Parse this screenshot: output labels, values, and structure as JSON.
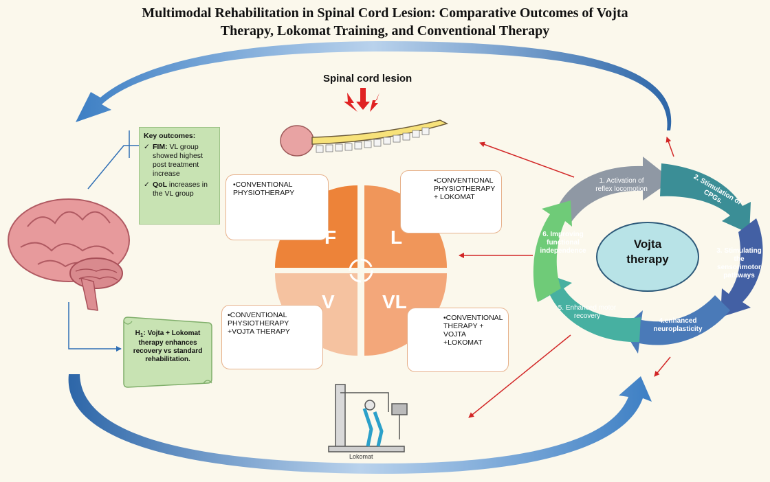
{
  "title": {
    "line1": "Multimodal Rehabilitation in Spinal Cord Lesion: Comparative Outcomes of Vojta",
    "line2": "Therapy, Lokomat Training, and Conventional Therapy"
  },
  "spinal": {
    "label": "Spinal cord lesion"
  },
  "lokomat": {
    "label": "Lokomat"
  },
  "key": {
    "heading": "Key outcomes:",
    "items": [
      {
        "bold": "FIM:",
        "text": " VL group showed highest post treatment increase"
      },
      {
        "bold": "QoL",
        "text": " increases in the VL group"
      }
    ]
  },
  "hypothesis": {
    "sub": "1",
    "text": ": Vojta + Lokomat therapy enhances recovery vs standard rehabilitation."
  },
  "groups": [
    {
      "letter": "F",
      "label": "•CONVENTIONAL PHYSIOTHERAPY",
      "color": "#ed8339"
    },
    {
      "letter": "L",
      "label": "•CONVENTIONAL PHYSIOTHERAPY + LOKOMAT",
      "color": "#f0965a"
    },
    {
      "letter": "V",
      "label": "•CONVENTIONAL PHYSIOTHERAPY +VOJTA THERAPY",
      "color": "#f5c2a0"
    },
    {
      "letter": "VL",
      "label": "•CONVENTIONAL THERAPY + VOJTA +LOKOMAT",
      "color": "#f3a77a"
    }
  ],
  "vojta": {
    "center": "Vojta therapy",
    "steps": [
      {
        "label": "1. Activation of reflex locomotion",
        "color": "#8f98a4"
      },
      {
        "label": "2. Stimulation of CPGs.",
        "color": "#3b8e96"
      },
      {
        "label": "3. Stimulating the sensorimotor pathways",
        "color": "#4360a4"
      },
      {
        "label": "4.enhanced neuroplasticity",
        "color": "#4a7ab8"
      },
      {
        "label": "5. Enhanced motor recovery",
        "color": "#47b0a1"
      },
      {
        "label": "6. Improving functional independence",
        "color": "#6fcb78"
      }
    ]
  },
  "colors": {
    "big_arrow": "#3d7fc4",
    "red_arrow": "#d22626",
    "connector": "#3d7fc4"
  }
}
